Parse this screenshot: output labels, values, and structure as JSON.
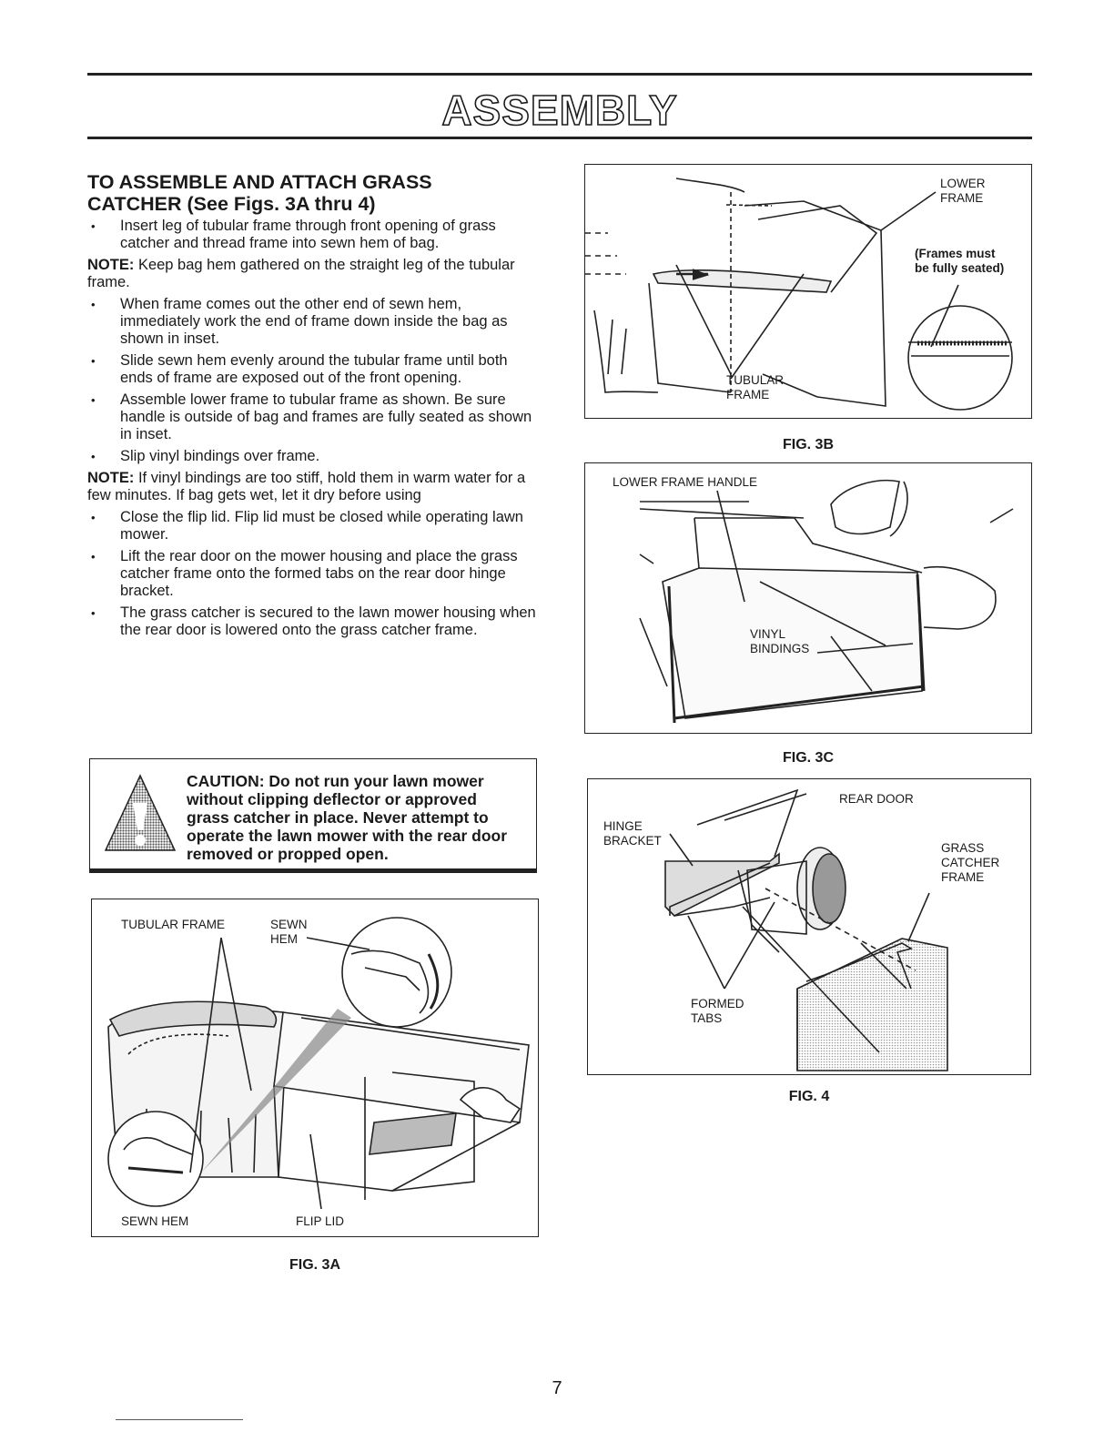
{
  "page": {
    "title": "ASSEMBLY",
    "page_number": "7"
  },
  "section": {
    "heading_line1": "TO ASSEMBLE AND ATTACH GRASS",
    "heading_line2": "CATCHER (See Figs. 3A thru 4)",
    "bullet1": "Insert leg of tubular frame through front opening of grass catcher and thread frame into sewn hem of bag.",
    "note1_label": "NOTE:",
    "note1_text": "Keep bag hem gathered on the straight leg of the tubular frame.",
    "bullets2": [
      "When frame comes out the other end of sewn hem, immediately work the end of frame down inside the bag as shown in inset.",
      "Slide sewn hem evenly around the tubular frame until both ends of frame are exposed out of the front opening.",
      "Assemble lower frame to tubular frame as shown. Be sure handle is outside of bag and frames are fully seated as shown in inset.",
      "Slip vinyl bindings over frame."
    ],
    "note2_label": "NOTE:",
    "note2_text": "If vinyl bindings are too stiff, hold them in warm water for a few minutes. If bag gets wet, let it dry before using",
    "bullets3": [
      "Close the flip lid. Flip lid must be closed while operating lawn mower.",
      "Lift the rear door on the mower housing and place the grass catcher frame onto the formed tabs on the rear door hinge bracket.",
      "The grass catcher is secured to the lawn mower housing when the rear door is lowered onto the grass catcher frame."
    ]
  },
  "caution": {
    "text": "CAUTION: Do not run your lawn mower without clipping deflector or approved grass catcher in place. Never attempt to operate the lawn mower with the rear door removed or propped open."
  },
  "fig3a": {
    "caption": "FIG. 3A",
    "label_tubular_frame": "TUBULAR FRAME",
    "label_sewn_hem_top_1": "SEWN",
    "label_sewn_hem_top_2": "HEM",
    "label_sewn_hem_bottom": "SEWN HEM",
    "label_flip_lid": "FLIP LID"
  },
  "fig3b": {
    "caption": "FIG. 3B",
    "label_lower_frame_1": "LOWER",
    "label_lower_frame_2": "FRAME",
    "label_note_1": "(Frames must",
    "label_note_2": "be fully seated)",
    "label_tubular_1": "TUBULAR",
    "label_tubular_2": "FRAME"
  },
  "fig3c": {
    "caption": "FIG. 3C",
    "label_handle": "LOWER FRAME HANDLE",
    "label_vinyl_1": "VINYL",
    "label_vinyl_2": "BINDINGS"
  },
  "fig4": {
    "caption": "FIG. 4",
    "label_rear_door": "REAR DOOR",
    "label_hinge_1": "HINGE",
    "label_hinge_2": "BRACKET",
    "label_grass_1": "GRASS",
    "label_grass_2": "CATCHER",
    "label_grass_3": "FRAME",
    "label_formed_1": "FORMED",
    "label_formed_2": "TABS"
  }
}
